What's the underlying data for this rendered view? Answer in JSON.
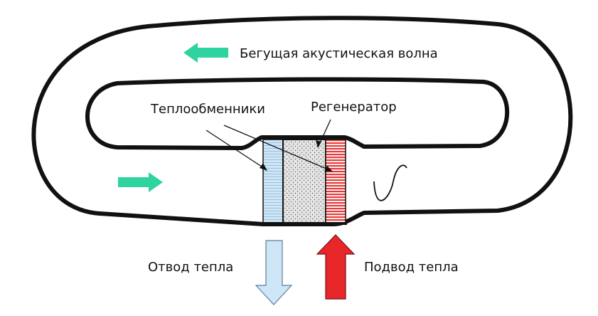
{
  "labels": {
    "wave": "Бегущая акустическая волна",
    "exchangers": "Теплообменники",
    "regenerator": "Регенератор",
    "heat_out": "Отвод тепла",
    "heat_in": "Подвод тепла"
  },
  "colors": {
    "outline": "#111111",
    "flow_arrow": "#2fd3a0",
    "cold_exchanger": "#cfe6f7",
    "hot_exchanger": "#e83a3a",
    "regenerator_fill": "#e6e6e6",
    "heat_out_arrow": "#cfe6f7",
    "heat_in_arrow": "#e8272b"
  }
}
